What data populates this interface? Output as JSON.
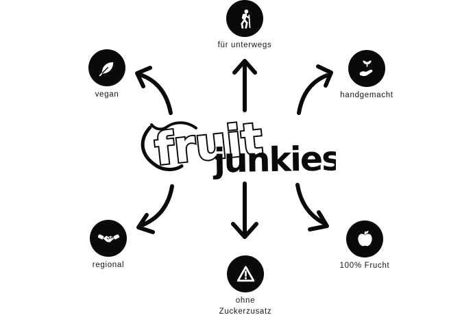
{
  "colors": {
    "background": "#ffffff",
    "ink": "#0a0a0a"
  },
  "logo": {
    "word1": "fruit",
    "word2": "junkies"
  },
  "features": [
    {
      "label": "für unterwegs",
      "icon": "hiker-icon"
    },
    {
      "label": "vegan",
      "icon": "leaf-icon"
    },
    {
      "label": "handgemacht",
      "icon": "hand-sprout-icon"
    },
    {
      "label": "regional",
      "icon": "handshake-icon"
    },
    {
      "label": "ohne Zuckerzusatz",
      "icon": "warning-icon"
    },
    {
      "label": "100% Frucht",
      "icon": "apple-icon"
    }
  ]
}
